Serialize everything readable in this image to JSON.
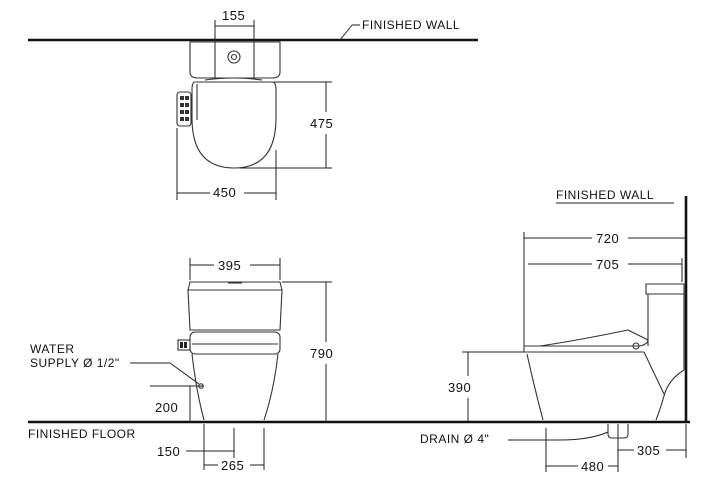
{
  "labels": {
    "finished_wall_top": "FINISHED  WALL",
    "finished_wall_right": "FINISHED  WALL",
    "finished_floor": "FINISHED  FLOOR",
    "water_supply_line1": "WATER",
    "water_supply_line2": "SUPPLY Ø 1/2\"",
    "drain": "DRAIN Ø 4\""
  },
  "dimensions": {
    "top_outlet_spacing": "155",
    "top_depth": "475",
    "top_width": "450",
    "front_tank_width": "395",
    "front_height": "790",
    "front_supply_height": "200",
    "front_supply_offset": "150",
    "front_base_width": "265",
    "side_overall_depth": "720",
    "side_seat_depth": "705",
    "side_seat_height": "390",
    "side_rough_in": "305",
    "side_base_depth": "480"
  }
}
